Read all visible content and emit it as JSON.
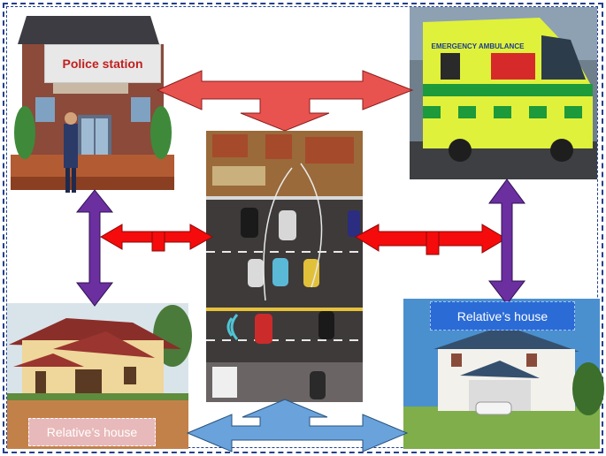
{
  "labels": {
    "police_station": "Police station",
    "relatives_house_left": "Relative’s house",
    "relatives_house_right": "Relative’s house",
    "ambulance_sign": "EMERGENCY AMBULANCE"
  },
  "colors": {
    "red_arrow": "#e9534f",
    "bright_red_arrow": "#f50b0b",
    "purple_arrow": "#6b2fa0",
    "blue_arrow": "#6aa3db",
    "frame": "#23408e",
    "ambulance_yellow": "#dff13b",
    "ambulance_green": "#1d9a3a"
  }
}
